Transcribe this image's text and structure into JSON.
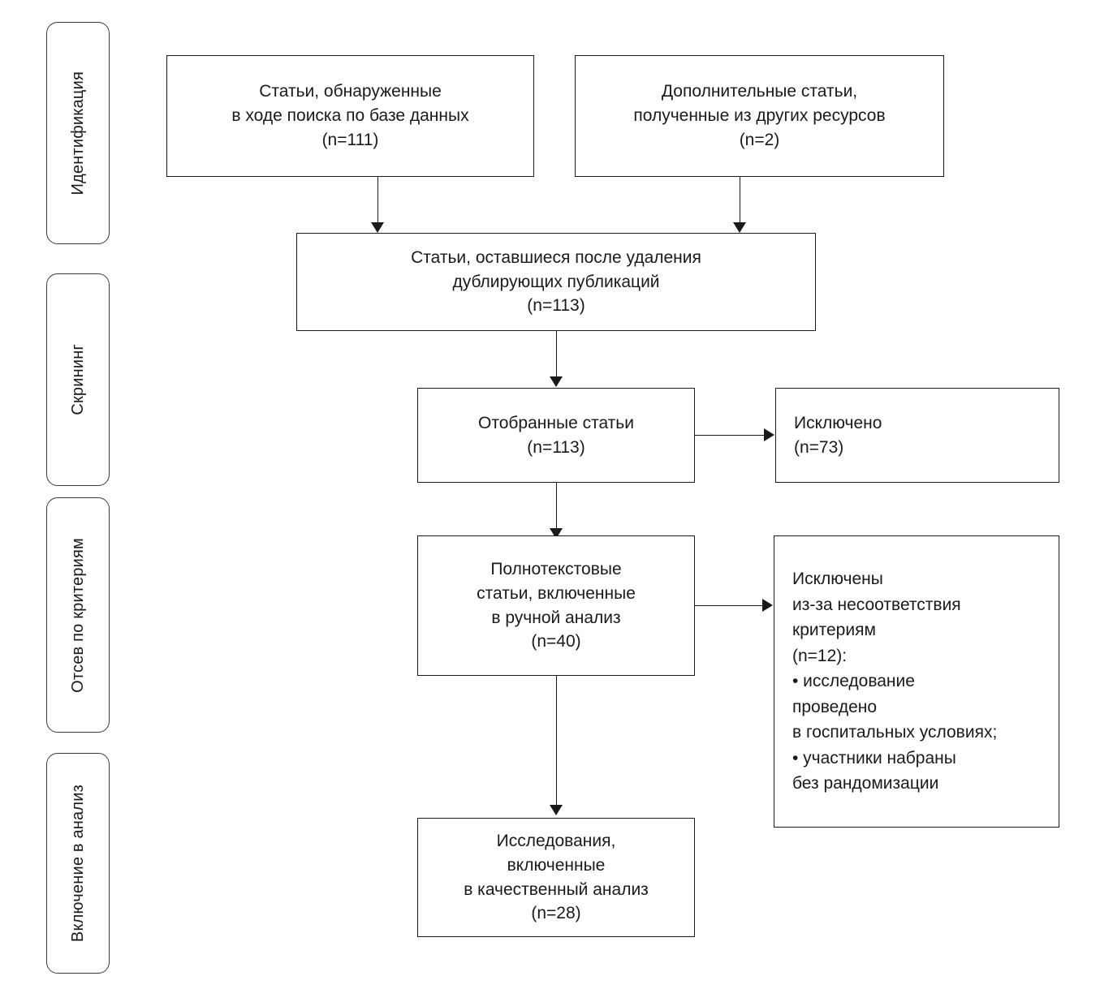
{
  "diagram": {
    "type": "prisma-flow-diagram",
    "language": "ru",
    "stages": [
      {
        "id": "identification",
        "label": "Идентификация"
      },
      {
        "id": "screening",
        "label": "Скрининг"
      },
      {
        "id": "eligibility",
        "label": "Отсев по критериям"
      },
      {
        "id": "included",
        "label": "Включение в анализ"
      }
    ],
    "boxes": {
      "database_search": {
        "text": "Статьи, обнаруженные\nв ходе поиска по базе данных\n(n=111)",
        "n": 111
      },
      "other_sources": {
        "text": "Дополнительные статьи,\nполученные из других ресурсов\n(n=2)",
        "n": 2
      },
      "after_duplicates": {
        "text": "Статьи, оставшиеся после удаления\nдублирующих публикаций\n(n=113)",
        "n": 113
      },
      "screened": {
        "text": "Отобранные статьи\n(n=113)",
        "n": 113
      },
      "excluded_screening": {
        "text": "Исключено\n(n=73)",
        "n": 73
      },
      "full_text_assessed": {
        "text": "Полнотекстовые\nстатьи, включенные\nв ручной анализ\n(n=40)",
        "n": 40
      },
      "excluded_reasons": {
        "text": "Исключены\nиз-за несоответствия\nкритериям\n(n=12):\n• исследование\nпроведено\nв госпитальных условиях;\n• участники набраны\nбез рандомизации",
        "n": 12
      },
      "qualitative_synthesis": {
        "text": "Исследования,\nвключенные\nв качественный анализ\n(n=28)",
        "n": 28
      }
    },
    "colors": {
      "box_border": "#1a1a1a",
      "pill_border": "#3a3a3a",
      "connector": "#1a1a1a",
      "background": "#ffffff",
      "text": "#1a1a1a"
    }
  }
}
